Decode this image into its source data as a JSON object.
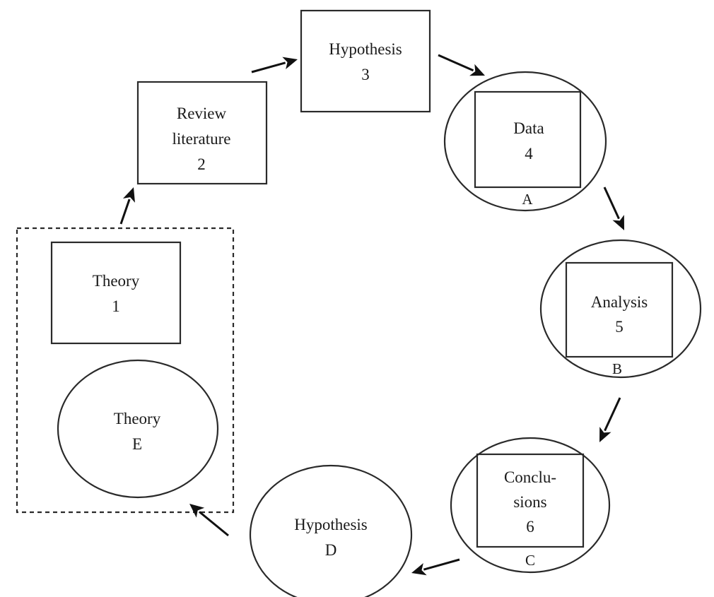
{
  "diagram": {
    "type": "research-cycle-flow",
    "nodes": {
      "theory_1": {
        "lines": [
          "Theory",
          "1"
        ],
        "shape": "rectangle"
      },
      "review_literature_2": {
        "lines": [
          "Review",
          "literature",
          "2"
        ],
        "shape": "rectangle"
      },
      "hypothesis_3": {
        "lines": [
          "Hypothesis",
          "3"
        ],
        "shape": "rectangle"
      },
      "data_4": {
        "lines": [
          "Data",
          "4"
        ],
        "shape": "rectangle-in-ellipse",
        "ellipse_label": "A"
      },
      "analysis_5": {
        "lines": [
          "Analysis",
          "5"
        ],
        "shape": "rectangle-in-ellipse",
        "ellipse_label": "B"
      },
      "conclusions_6": {
        "lines": [
          "Conclu-",
          "sions",
          "6"
        ],
        "shape": "rectangle-in-ellipse",
        "ellipse_label": "C"
      },
      "hypothesis_d": {
        "lines": [
          "Hypothesis",
          "D"
        ],
        "shape": "ellipse"
      },
      "theory_e": {
        "lines": [
          "Theory",
          "E"
        ],
        "shape": "ellipse"
      }
    },
    "group": {
      "name": "theory-group",
      "members": [
        "theory_1",
        "theory_e"
      ],
      "style": "dashed"
    },
    "edges": [
      {
        "from": "theory-group",
        "to": "review_literature_2"
      },
      {
        "from": "review_literature_2",
        "to": "hypothesis_3"
      },
      {
        "from": "hypothesis_3",
        "to": "data_4"
      },
      {
        "from": "data_4",
        "to": "analysis_5"
      },
      {
        "from": "analysis_5",
        "to": "conclusions_6"
      },
      {
        "from": "conclusions_6",
        "to": "hypothesis_d"
      },
      {
        "from": "hypothesis_d",
        "to": "theory-group"
      }
    ]
  }
}
